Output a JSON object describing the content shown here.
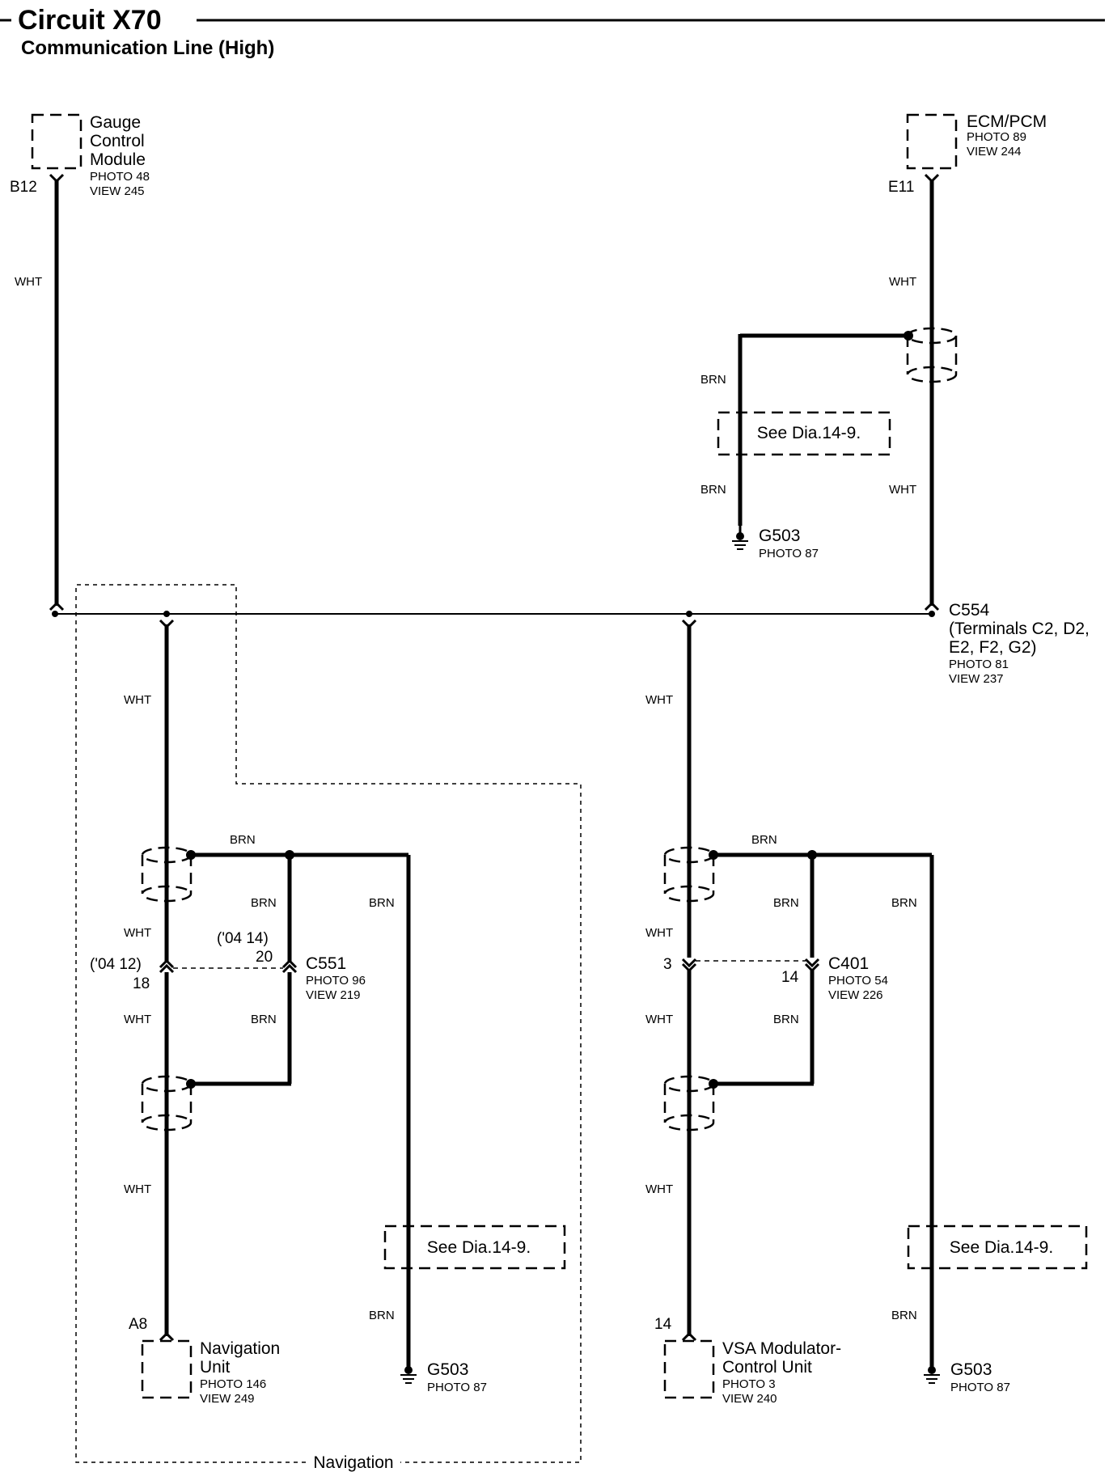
{
  "header": {
    "title": "Circuit X70",
    "subtitle": "Communication Line (High)"
  },
  "components": {
    "gauge": {
      "name_lines": [
        "Gauge",
        "Control",
        "Module"
      ],
      "photo": "PHOTO 48",
      "view": "VIEW 245",
      "pin": "B12"
    },
    "ecm": {
      "name_lines": [
        "ECM/PCM"
      ],
      "photo": "PHOTO 89",
      "view": "VIEW 244",
      "pin": "E11"
    },
    "nav": {
      "name_lines": [
        "Navigation",
        "Unit"
      ],
      "photo": "PHOTO 146",
      "view": "VIEW 249",
      "pin": "A8"
    },
    "vsa": {
      "name_lines": [
        "VSA Modulator-",
        "Control Unit"
      ],
      "photo": "PHOTO 3",
      "view": "VIEW 240",
      "pin": "14"
    }
  },
  "connectors": {
    "c554": {
      "lines": [
        "C554",
        "(Terminals C2, D2,",
        "E2, F2, G2)"
      ],
      "photo": "PHOTO 81",
      "view": "VIEW 237"
    },
    "c551": {
      "name": "C551",
      "photo": "PHOTO 96",
      "view": "VIEW 219",
      "pin_left_note": "('04 12)",
      "pin_left": "18",
      "pin_right_note": "('04 14)",
      "pin_right": "20"
    },
    "c401": {
      "name": "C401",
      "photo": "PHOTO 54",
      "view": "VIEW 226",
      "pin_left": "3",
      "pin_right": "14"
    }
  },
  "grounds": {
    "top": {
      "name": "G503",
      "photo": "PHOTO 87"
    },
    "nav": {
      "name": "G503",
      "photo": "PHOTO 87"
    },
    "vsa": {
      "name": "G503",
      "photo": "PHOTO 87"
    }
  },
  "wire_colors": {
    "white": "WHT",
    "brown": "BRN"
  },
  "see_note": "See Dia.14-9.",
  "region_label": "Navigation"
}
